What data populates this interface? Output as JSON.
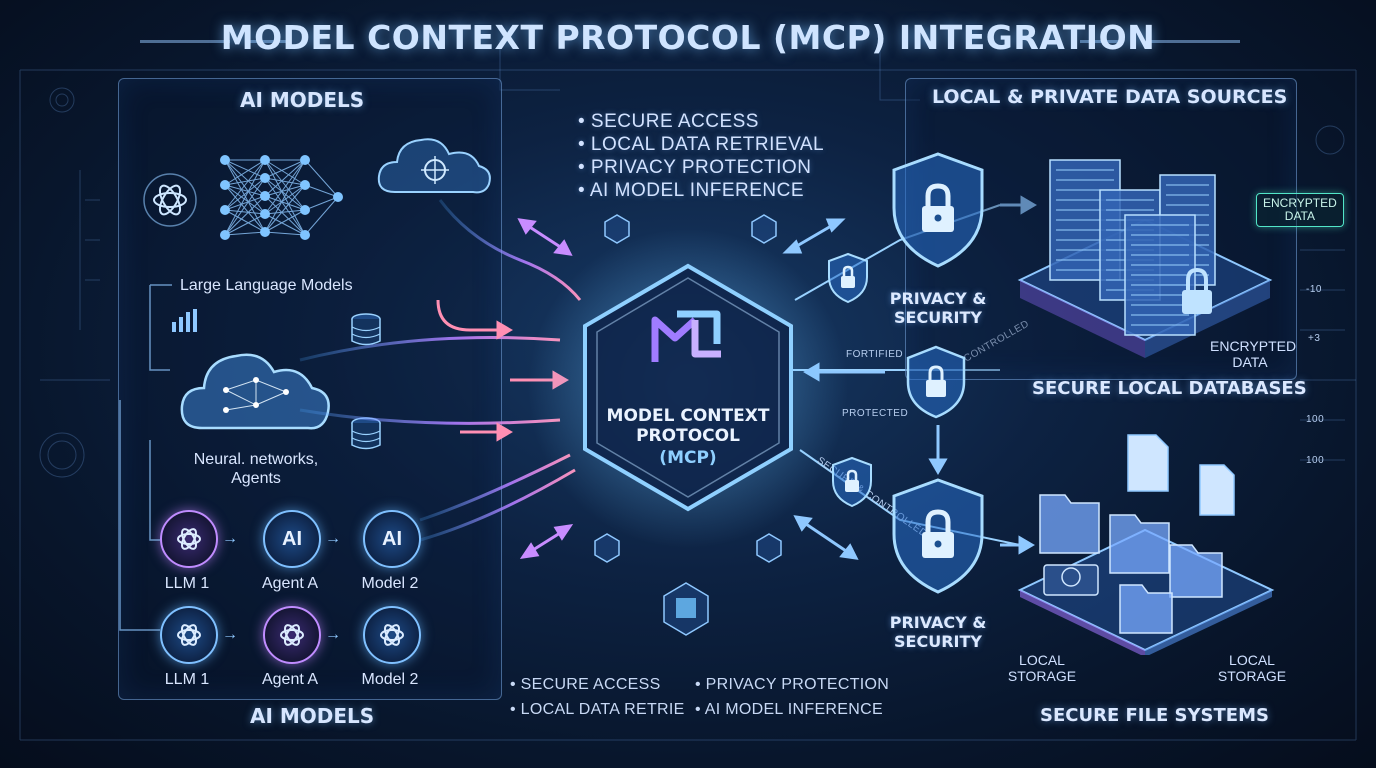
{
  "title": "MODEL CONTEXT PROTOCOL (MCP) INTEGRATION",
  "left_panel": {
    "title_top": "AI MODELS",
    "title_bottom": "AI MODELS",
    "llm_label": "Large Language Models",
    "neural_label": "Neural. networks,\nAgents",
    "row1": [
      {
        "icon": "openai-swirl-icon",
        "label": "LLM 1",
        "text": ""
      },
      {
        "icon": "ai-chip-icon",
        "label": "Agent A",
        "text": "AI"
      },
      {
        "icon": "ai-chip-icon",
        "label": "Model 2",
        "text": "AI"
      }
    ],
    "row2": [
      {
        "icon": "neural-brain-icon",
        "label": "LLM 1",
        "text": ""
      },
      {
        "icon": "robot-icon",
        "label": "Agent A",
        "text": ""
      },
      {
        "icon": "atom-icon",
        "label": "Model 2",
        "text": ""
      }
    ]
  },
  "center": {
    "hub_title": "MODEL CONTEXT\nPROTOCOL",
    "hub_sub": "(MCP)",
    "features_top": [
      "SECURE ACCESS",
      "LOCAL DATA RETRIEVAL",
      "PRIVACY PROTECTION",
      "AI MODEL INFERENCE"
    ],
    "features_bottom_left": [
      "SECURE ACCESS",
      "LOCAL DATA RETRIE"
    ],
    "features_bottom_right": [
      "PRIVACY PROTECTION",
      "AI MODEL INFERENCE"
    ],
    "channel_labels": [
      "FORTIFIED",
      "PROTECTED",
      "CONTROLLED",
      "SECURE & CONTROLLED"
    ]
  },
  "right_panel": {
    "title": "LOCAL & PRIVATE DATA SOURCES",
    "privacy_top": "PRIVACY &\nSECURITY",
    "privacy_bottom": "PRIVACY &\nSECURITY",
    "encrypted_box": "ENCRYPTED\nDATA",
    "encrypted_label": "ENCRYPTED\nDATA",
    "databases_title": "SECURE LOCAL DATABASES",
    "local_storage_left": "LOCAL\nSTORAGE",
    "local_storage_right": "LOCAL\nSTORAGE",
    "files_title": "SECURE FILE SYSTEMS",
    "scale_ticks": [
      "-10",
      "+3",
      "100",
      "100"
    ]
  },
  "colors": {
    "accent_blue": "#5fb6ff",
    "accent_purple": "#b27cff",
    "accent_pink": "#ff8fb3",
    "accent_teal": "#52e6c8",
    "background": "#0b1c38"
  }
}
